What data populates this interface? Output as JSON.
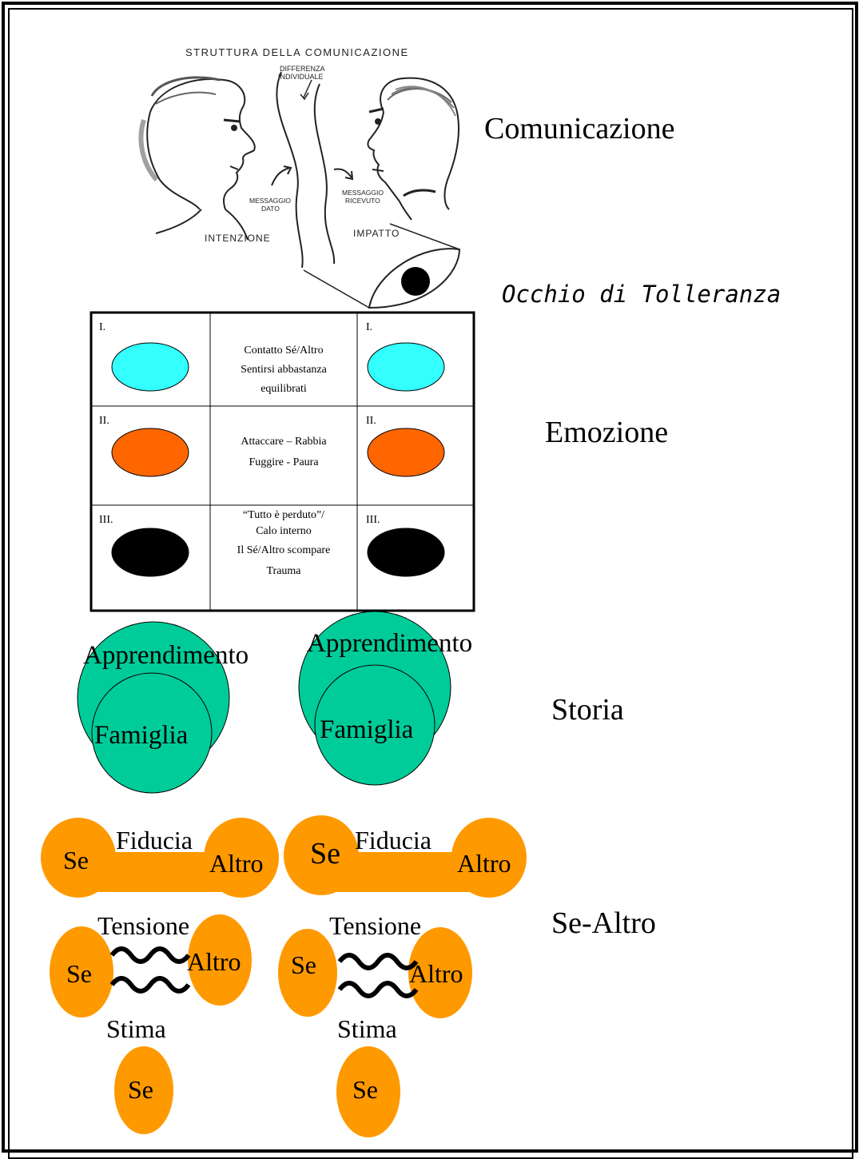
{
  "comm": {
    "sketch_title": "STRUTTURA DELLA COMUNICAZIONE",
    "diff_line1": "DIFFERENZA",
    "diff_line2": "INDIVIDUALE",
    "msg_sent_line1": "MESSAGGIO",
    "msg_sent_line2": "DATO",
    "msg_recv_line1": "MESSAGGIO",
    "msg_recv_line2": "RICEVUTO",
    "intention": "INTENZIONE",
    "impact": "IMPATTO",
    "label": "Comunicazione",
    "eye_label": "Occhio di Tolleranza"
  },
  "emotion": {
    "label": "Emozione",
    "rows": [
      {
        "num": "I.",
        "lines": [
          "Contatto Sé/Altro",
          "Sentirsi abbastanza",
          "equilibrati"
        ]
      },
      {
        "num": "II.",
        "lines": [
          "Attaccare – Rabbia",
          "Fuggire - Paura"
        ]
      },
      {
        "num": "III.",
        "lines": [
          "“Tutto è perduto”/",
          "Calo interno",
          "Il Sé/Altro scompare",
          "Trauma"
        ]
      }
    ],
    "colors": [
      "#33ffff",
      "#ff6600",
      "#000000"
    ]
  },
  "history": {
    "label": "Storia",
    "outer": "Apprendimento",
    "inner": "Famiglia",
    "color": "#00cc99"
  },
  "self_other": {
    "label": "Se-Altro",
    "self": "Se",
    "other": "Altro",
    "trust": "Fiducia",
    "tension": "Tensione",
    "esteem": "Stima",
    "color": "#ff9900"
  }
}
